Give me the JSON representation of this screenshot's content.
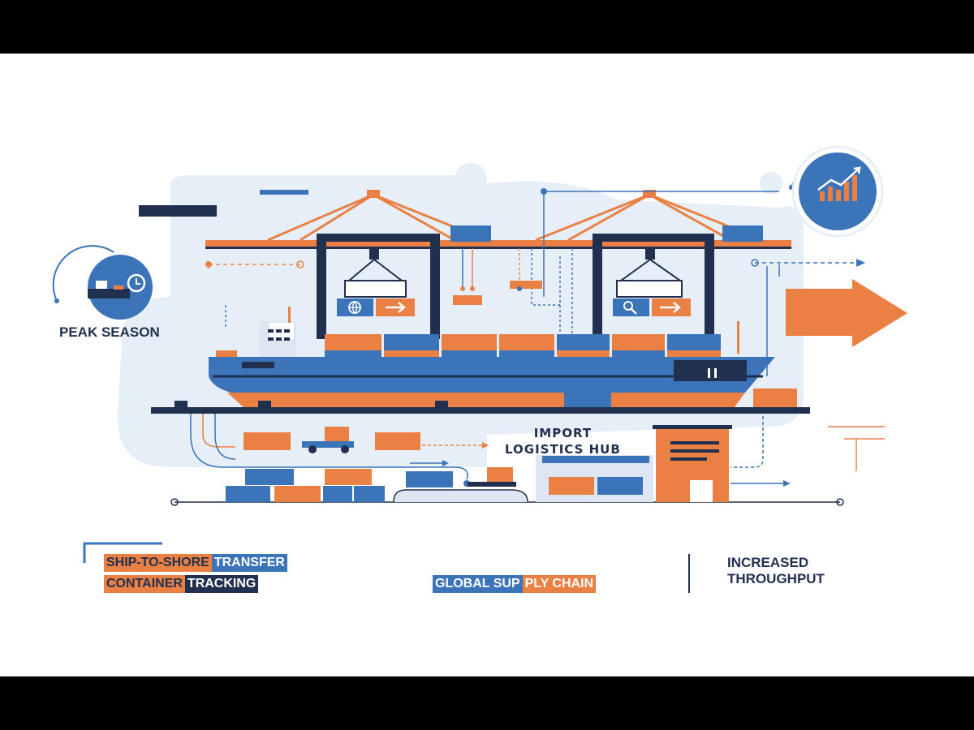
{
  "labels": {
    "peak_season": "PEAK SEASON",
    "hub_line1": "IMPORT",
    "hub_line2": "LOGISTICS HUB",
    "ship_to_shore_a": "SHIP-TO-SHORE",
    "ship_to_shore_b": " TRANSFER",
    "container_a": "CONTAINER",
    "container_b": " TRACKING",
    "global_a": "GLOBAL SUP",
    "global_b": "PLY CHAIN",
    "increased_line1": "INCREASED",
    "increased_line2": "THROUGHPUT"
  },
  "icons": [
    "ship-clock-icon",
    "growth-chart-icon",
    "globe-icon",
    "search-icon",
    "arrow-right-icon",
    "big-arrow-icon",
    "crane-icon",
    "truck-icon",
    "warehouse-icon"
  ],
  "colors": {
    "navy": "#22304f",
    "blue": "#3b74b8",
    "orange": "#ea8043",
    "light_blue": "#e6eef8",
    "letterbox": "#000000"
  }
}
